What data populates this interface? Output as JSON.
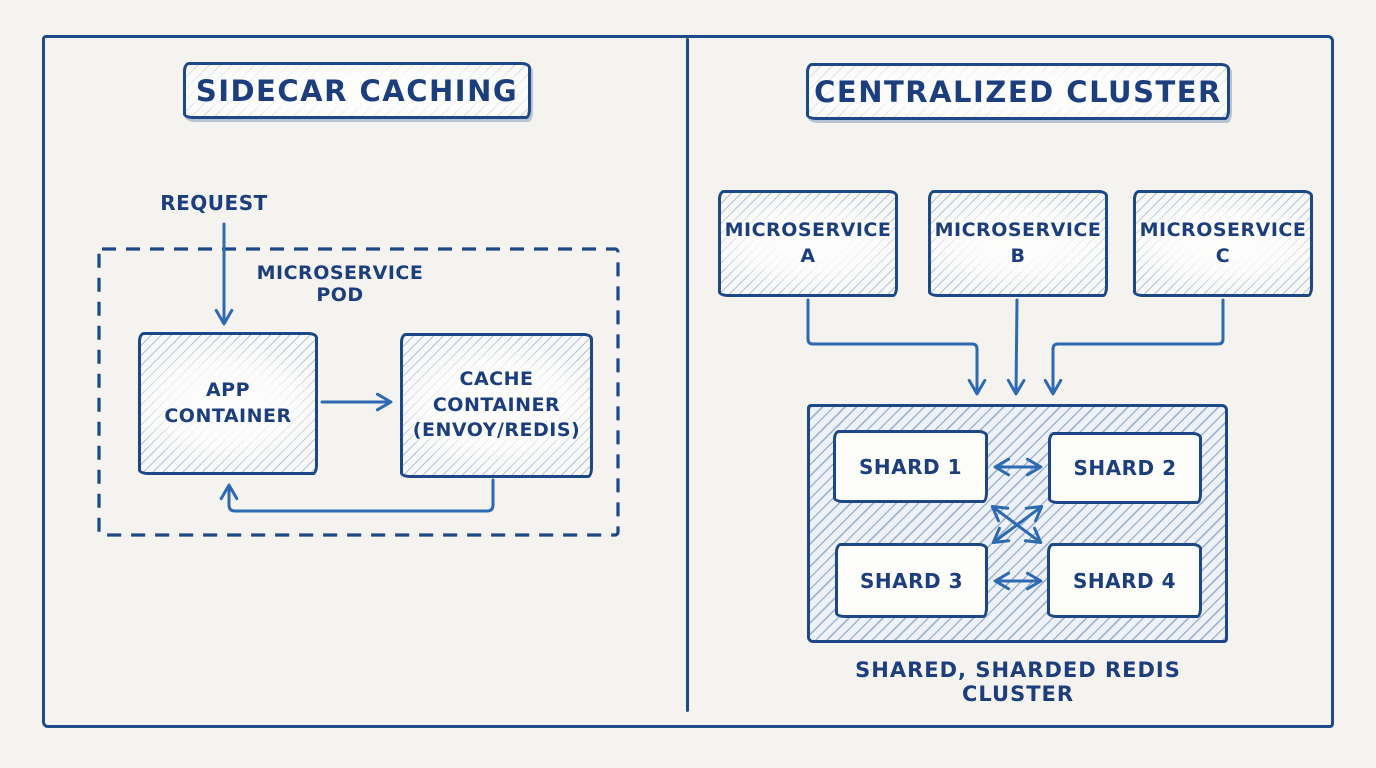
{
  "colors": {
    "background": "#f4f3f0",
    "ink": "#1c3e7d",
    "box_border": "#1d4786",
    "frame_border": "#1e4a8c",
    "arrow": "#2d6ab1",
    "hatch_line": "#7a98c4"
  },
  "left_panel": {
    "title": "SIDECAR CACHING",
    "request_label": "REQUEST",
    "pod_label": "MICROSERVICE POD",
    "app_container_label": "APP\nCONTAINER",
    "cache_container_label": "CACHE\nCONTAINER\n(ENVOY/REDIS)"
  },
  "right_panel": {
    "title": "CENTRALIZED CLUSTER",
    "microservices": [
      {
        "label": "MICROSERVICE\nA"
      },
      {
        "label": "MICROSERVICE\nB"
      },
      {
        "label": "MICROSERVICE\nC"
      }
    ],
    "shards": [
      {
        "label": "SHARD 1"
      },
      {
        "label": "SHARD 2"
      },
      {
        "label": "SHARD 3"
      },
      {
        "label": "SHARD 4"
      }
    ],
    "caption": "SHARED, SHARDED REDIS CLUSTER"
  }
}
